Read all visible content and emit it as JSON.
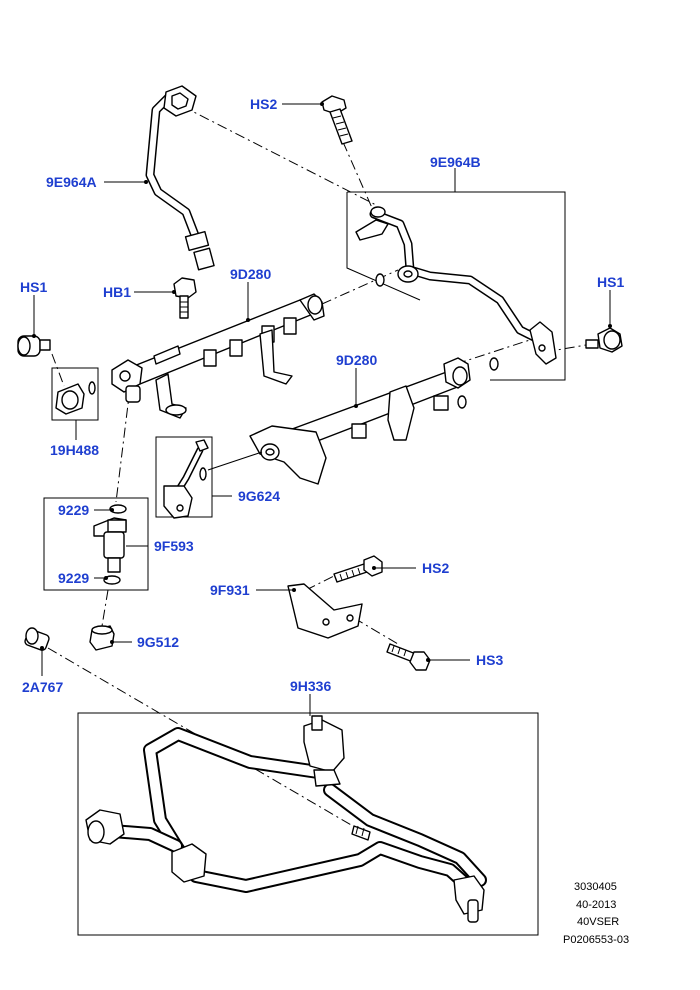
{
  "callouts": {
    "hs2_top": "HS2",
    "p9e964a": "9E964A",
    "p9e964b": "9E964B",
    "hs1_left": "HS1",
    "hb1": "HB1",
    "p9d280_upper": "9D280",
    "hs1_right": "HS1",
    "p9d280_lower": "9D280",
    "p19h488": "19H488",
    "p9g624": "9G624",
    "p9229_top": "9229",
    "p9f593": "9F593",
    "p9229_bottom": "9229",
    "hs2_mid": "HS2",
    "p9f931": "9F931",
    "hs3": "HS3",
    "p9g512": "9G512",
    "p2a767": "2A767",
    "p9h336": "9H336"
  },
  "footer": {
    "line1": "3030405",
    "line2": "40-2013",
    "line3": "40VSER",
    "line4": "P0206553-03"
  },
  "colors": {
    "callout_text": "#1f3fd0",
    "linework": "#000000",
    "background": "#ffffff"
  }
}
